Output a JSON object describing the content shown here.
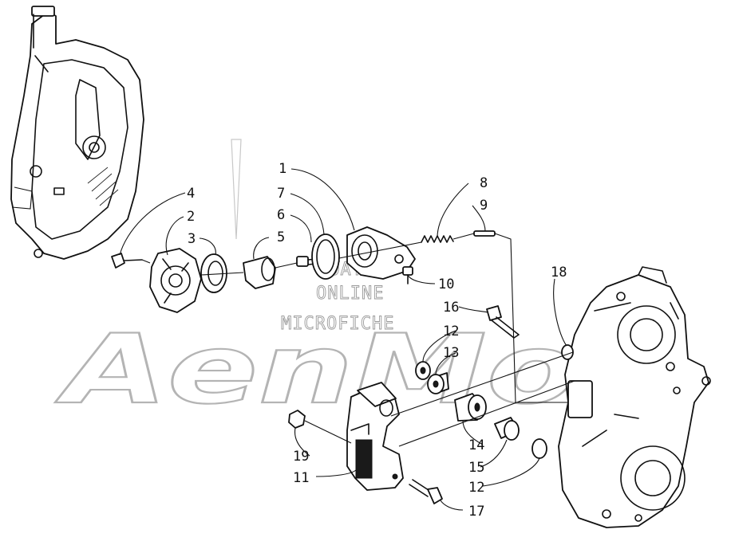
{
  "callouts": [
    {
      "id": "c1",
      "label": "1"
    },
    {
      "id": "c2",
      "label": "2"
    },
    {
      "id": "c3",
      "label": "3"
    },
    {
      "id": "c4",
      "label": "4"
    },
    {
      "id": "c5",
      "label": "5"
    },
    {
      "id": "c6",
      "label": "6"
    },
    {
      "id": "c7",
      "label": "7"
    },
    {
      "id": "c8",
      "label": "8"
    },
    {
      "id": "c9",
      "label": "9"
    },
    {
      "id": "c10",
      "label": "10"
    },
    {
      "id": "c11",
      "label": "11"
    },
    {
      "id": "c12a",
      "label": "12"
    },
    {
      "id": "c12b",
      "label": "12"
    },
    {
      "id": "c13",
      "label": "13"
    },
    {
      "id": "c14",
      "label": "14"
    },
    {
      "id": "c15",
      "label": "15"
    },
    {
      "id": "c16",
      "label": "16"
    },
    {
      "id": "c17",
      "label": "17"
    },
    {
      "id": "c18",
      "label": "18"
    },
    {
      "id": "c19",
      "label": "19"
    }
  ],
  "watermark": {
    "line1": "BOATS",
    "line2": "ONLINE",
    "line3": "MICROFICHE",
    "logo": "AenMoo"
  }
}
